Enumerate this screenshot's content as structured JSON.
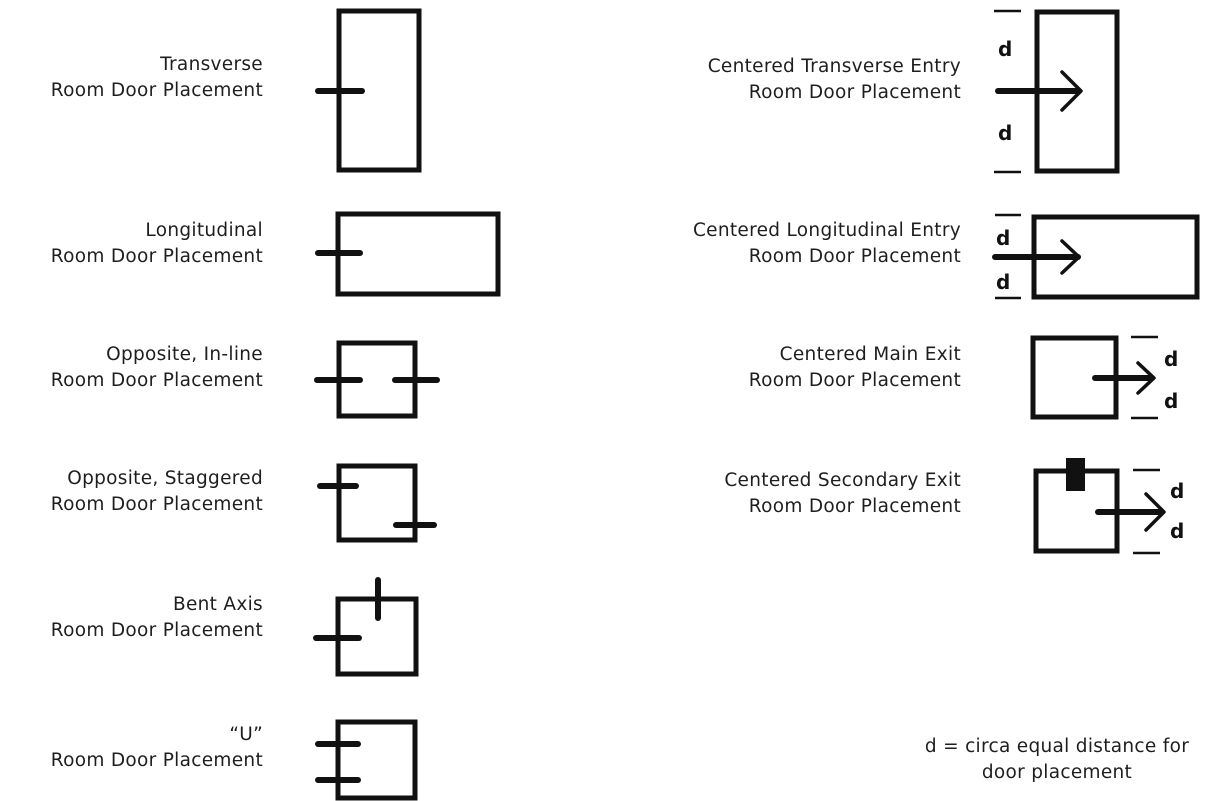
{
  "placements": [
    {
      "line1": "Transverse",
      "line2": "Room Door Placement"
    },
    {
      "line1": "Longitudinal",
      "line2": "Room Door Placement"
    },
    {
      "line1": "Opposite, In-line",
      "line2": "Room Door Placement"
    },
    {
      "line1": "Opposite, Staggered",
      "line2": "Room Door Placement"
    },
    {
      "line1": "Bent Axis",
      "line2": "Room Door Placement"
    },
    {
      "line1": "“U”",
      "line2": "Room Door Placement"
    },
    {
      "line1": "Centered Transverse Entry",
      "line2": "Room Door Placement"
    },
    {
      "line1": "Centered Longitudinal Entry",
      "line2": "Room Door Placement"
    },
    {
      "line1": "Centered Main Exit",
      "line2": "Room Door Placement"
    },
    {
      "line1": "Centered Secondary Exit",
      "line2": "Room Door Placement"
    }
  ],
  "dimension_symbol": "d",
  "legend": {
    "line1": "d = circa equal distance for",
    "line2": "door placement"
  }
}
